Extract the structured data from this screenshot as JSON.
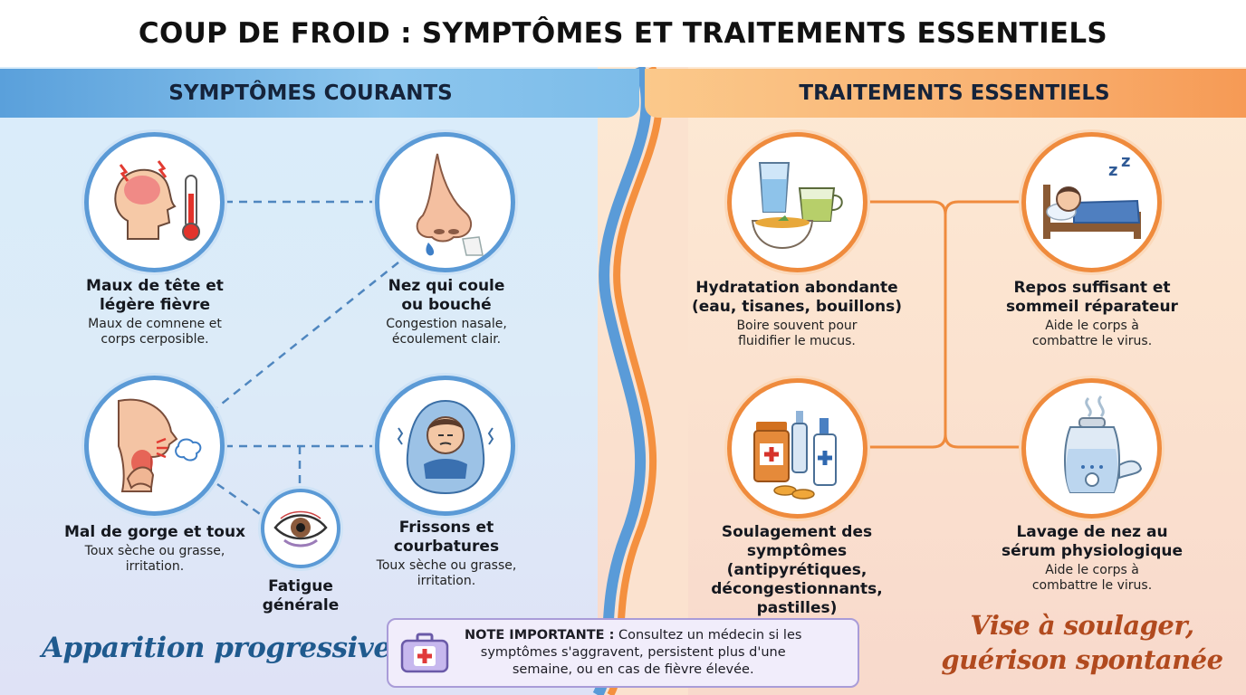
{
  "title": "COUP DE FROID : SYMPTÔMES ET TRAITEMENTS ESSENTIELS",
  "colors": {
    "symptoms_accent": "#5b9ad6",
    "treatments_accent": "#ef8b3d",
    "note_border": "#a99cd8"
  },
  "symptoms": {
    "header": "SYMPTÔMES COURANTS",
    "items": [
      {
        "icon": "headache-thermometer-icon",
        "title_line1": "Maux de tête et",
        "title_line2": "légère fièvre",
        "desc_line1": "Maux de comnene et",
        "desc_line2": "corps cerposible."
      },
      {
        "icon": "runny-nose-icon",
        "title_line1": "Nez qui coule",
        "title_line2": "ou bouché",
        "desc_line1": "Congestion nasale,",
        "desc_line2": "écoulement clair."
      },
      {
        "icon": "sore-throat-cough-icon",
        "title_line1": "Mal de gorge et toux",
        "title_line2": "",
        "desc_line1": "Toux sèche ou grasse,",
        "desc_line2": "irritation."
      },
      {
        "icon": "shivering-blanket-icon",
        "title_line1": "Frissons et",
        "title_line2": "courbatures",
        "desc_line1": "Toux sèche ou grasse,",
        "desc_line2": "irritation."
      },
      {
        "icon": "tired-eye-icon",
        "title_line1": "Fatigue",
        "title_line2": "générale",
        "desc_line1": "",
        "desc_line2": ""
      }
    ],
    "slogan": "Apparition progressive"
  },
  "treatments": {
    "header": "TRAITEMENTS ESSENTIELS",
    "items": [
      {
        "icon": "hydration-drinks-icon",
        "title_line1": "Hydratation abondante",
        "title_line2": "(eau, tisanes, bouillons)",
        "title_line3": "",
        "desc_line1": "Boire souvent pour",
        "desc_line2": "fluidifier le mucus."
      },
      {
        "icon": "sleeping-bed-icon",
        "title_line1": "Repos suffisant et",
        "title_line2": "sommeil réparateur",
        "title_line3": "",
        "desc_line1": "Aide le corps à",
        "desc_line2": "combattre le virus."
      },
      {
        "icon": "medicine-bottles-icon",
        "title_line1": "Soulagement des symptômes",
        "title_line2": "(antipyrétiques,",
        "title_line3": "décongestionnants,",
        "title_line4": "pastilles)",
        "desc_line1": "",
        "desc_line2": ""
      },
      {
        "icon": "humidifier-icon",
        "title_line1": "Lavage de nez au",
        "title_line2": "sérum physiologique",
        "title_line3": "",
        "desc_line1": "Aide le corps à",
        "desc_line2": "combattre le virus."
      }
    ],
    "slogan_line1": "Vise à soulager,",
    "slogan_line2": "guérison spontanée"
  },
  "note": {
    "icon": "first-aid-kit-icon",
    "label": "NOTE IMPORTANTE :",
    "line1": "Consultez un médecin si les",
    "line2": "symptômes s'aggravent, persistent plus d'une",
    "line3": "semaine, ou en cas de fièvre élevée."
  }
}
